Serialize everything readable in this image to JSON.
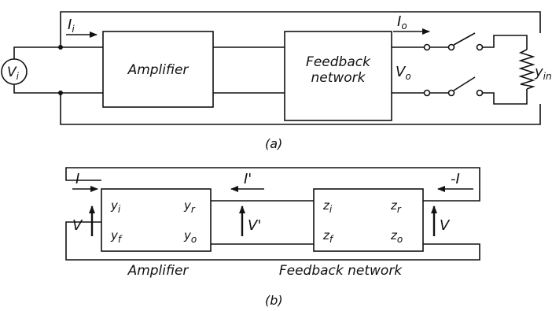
{
  "part_a": {
    "caption": "(a)",
    "source_symbol": "V",
    "source_sub": "i",
    "input_current_symbol": "I",
    "input_current_sub": "i",
    "output_current_symbol": "I",
    "output_current_sub": "o",
    "output_voltage_symbol": "V",
    "output_voltage_sub": "o",
    "amplifier_label": "Amplifier",
    "feedback_label_line1": "Feedback",
    "feedback_label_line2": "network",
    "load_symbol": "y",
    "load_sub": "in"
  },
  "part_b": {
    "caption": "(b)",
    "current_left": "I",
    "current_middle": "I'",
    "current_right": "-I",
    "voltage_left": "V",
    "voltage_middle": "V'",
    "voltage_right": "V",
    "amplifier_params": [
      "y",
      "i",
      "y",
      "r",
      "y",
      "f",
      "y",
      "o"
    ],
    "feedback_params": [
      "z",
      "i",
      "z",
      "r",
      "z",
      "f",
      "z",
      "o"
    ],
    "amplifier_label": "Amplifier",
    "feedback_label": "Feedback network"
  }
}
